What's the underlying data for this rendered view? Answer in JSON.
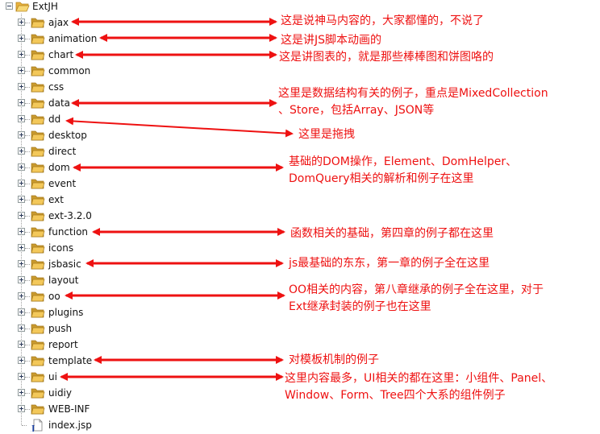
{
  "tree": {
    "root": "ExtJH",
    "folders": [
      "ajax",
      "animation",
      "chart",
      "common",
      "css",
      "data",
      "dd",
      "desktop",
      "direct",
      "dom",
      "event",
      "ext",
      "ext-3.2.0",
      "function",
      "icons",
      "jsbasic",
      "layout",
      "oo",
      "plugins",
      "push",
      "report",
      "template",
      "ui",
      "uidiy",
      "WEB-INF"
    ],
    "file": "index.jsp"
  },
  "icons": {
    "root": "open-folder-icon",
    "folder": "folder-icon",
    "file": "jsp-file-icon"
  },
  "colors": {
    "annotation": "#ee1111",
    "folder": "#f3c85a",
    "folder_dark": "#c99a2e"
  },
  "annotations": {
    "ajax": "这是说神马内容的，大家都懂的，不说了",
    "animation": "这是讲JS脚本动画的",
    "chart": "这是讲图表的，就是那些棒棒图和饼图咯的",
    "data_line1": "这里是数据结构有关的例子，重点是MixedCollection",
    "data_line2": "、Store，包括Array、JSON等",
    "dd": "这里是拖拽",
    "dom_line1": "基础的DOM操作，Element、DomHelper、",
    "dom_line2": "DomQuery相关的解析和例子在这里",
    "function": "函数相关的基础，第四章的例子都在这里",
    "jsbasic": "js最基础的东东，第一章的例子全在这里",
    "oo_line1": "OO相关的内容，第八章继承的例子全在这里，对于",
    "oo_line2": "Ext继承封装的例子也在这里",
    "template": "对模板机制的例子",
    "ui_line1": "这里内容最多，UI相关的都在这里：小组件、Panel、",
    "ui_line2": "Window、Form、Tree四个大系的组件例子"
  }
}
